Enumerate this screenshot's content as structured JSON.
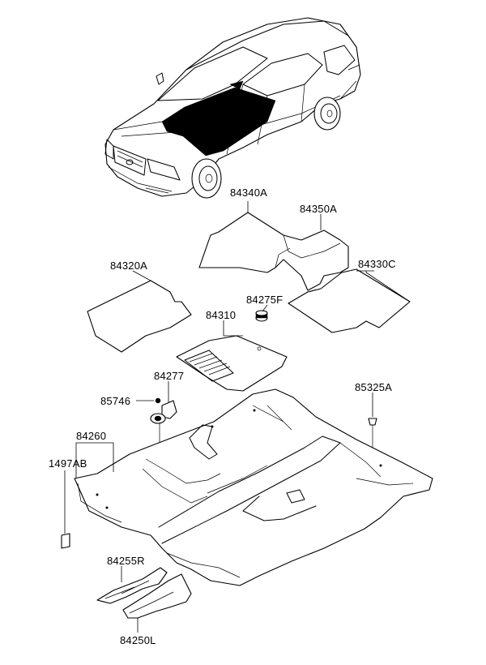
{
  "parts": {
    "p84340A": "84340A",
    "p84350A": "84350A",
    "p84320A": "84320A",
    "p84330C": "84330C",
    "p84275F": "84275F",
    "p84310": "84310",
    "p84277": "84277",
    "p85325A": "85325A",
    "p85746": "85746",
    "p84260": "84260",
    "p1497AB": "1497AB",
    "p84255R": "84255R",
    "p84250L": "84250L"
  }
}
